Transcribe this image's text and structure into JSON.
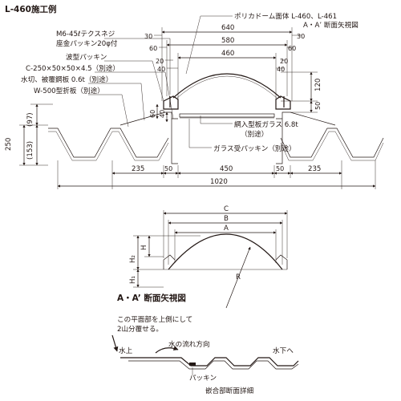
{
  "title": "L-460施工例",
  "top_labels": {
    "dome": "ポリカドーム面体 L-460、L-461",
    "section_ref": "A・A’ 断面矢視図",
    "screw_line1": "M6-45ℓテクスネジ",
    "screw_line2": "座金パッキン20φ付",
    "wave_packing": "波型パッキン",
    "channel": "C-250×50×50×4.5（別途）",
    "flashing": "水切、被覆鋼板 0.6t（別途）",
    "roof_panel": "W-500型折板（別途）",
    "wire_glass": "網入型板ガラス 6.8t",
    "wire_glass_note": "（別途）",
    "glass_packing": "ガラス受パッキン（別途）"
  },
  "top_dims": {
    "d640": "640",
    "d580": "580",
    "d460": "460",
    "d30l": "30",
    "d60l": "60",
    "d20l": "20",
    "d40l": "40",
    "d20r": "20",
    "d60r": "60",
    "d30r": "30",
    "d40r": "40",
    "d120": "120",
    "d50v": "50",
    "d60v": "60",
    "d40v": "40",
    "d250": "250",
    "d97": "(97)",
    "d153": "(153)",
    "d235l": "235",
    "d50l": "50",
    "d450": "450",
    "d50r": "50",
    "d235r": "235",
    "d1020": "1020"
  },
  "section_view": {
    "caption": "A・A’ 断面矢視図",
    "C": "C",
    "B": "B",
    "A": "A",
    "H": "H",
    "H1": "H₁",
    "H2": "H₂",
    "R": "R"
  },
  "joint_detail": {
    "note_line1": "この平面部を上側にして",
    "note_line2": "2山分覆せる。",
    "flow": "水の流れ方向",
    "upstream": "水上",
    "downstream": "水下へ",
    "packing": "パッキン",
    "caption": "嵌合部断面詳細"
  }
}
